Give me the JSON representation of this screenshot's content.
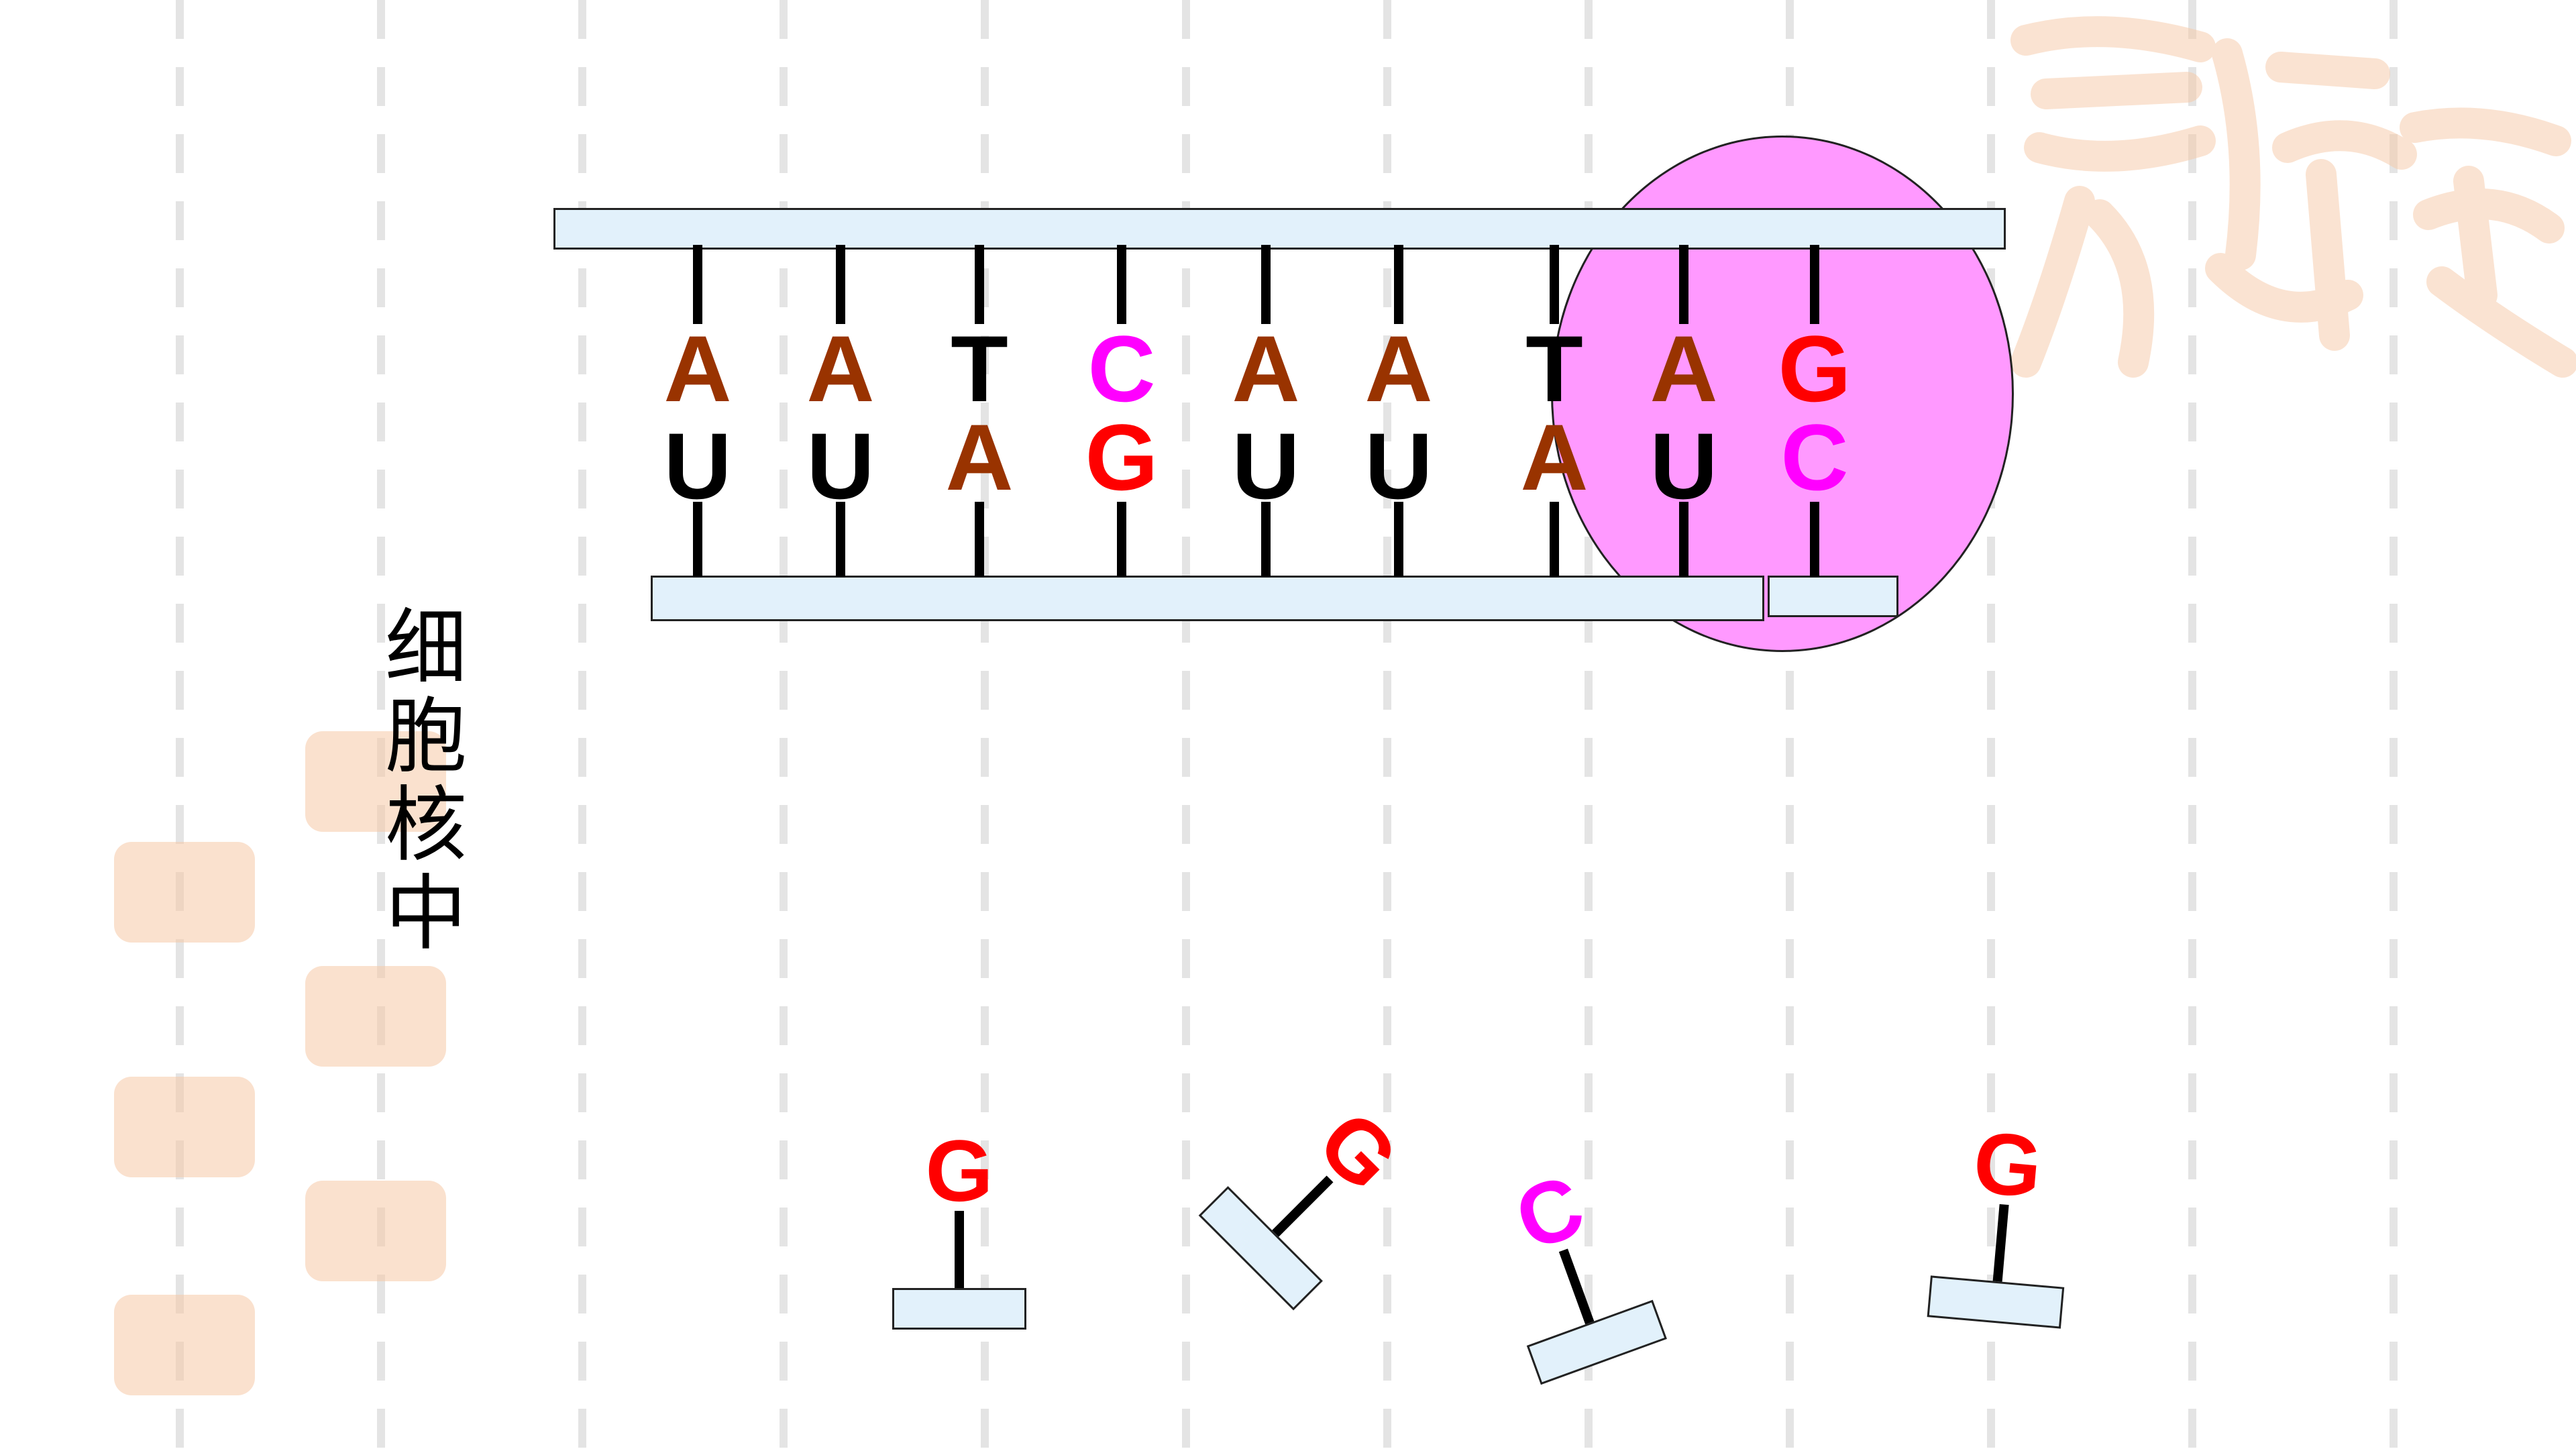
{
  "colors": {
    "background": "#ffffff",
    "strand_fill": "#e2f1fb",
    "enzyme_fill": "#ff99ff",
    "adenine": "#993300",
    "thymine": "#000000",
    "uracil": "#000000",
    "cytosine": "#ff00ff",
    "guanine": "#ff0000",
    "seal": "#f6c9a6"
  },
  "label": {
    "chars": [
      "细",
      "胞",
      "核",
      "中"
    ]
  },
  "top_strand": [
    {
      "letter": "A",
      "color": "#993300"
    },
    {
      "letter": "A",
      "color": "#993300"
    },
    {
      "letter": "T",
      "color": "#000000"
    },
    {
      "letter": "C",
      "color": "#ff00ff"
    },
    {
      "letter": "A",
      "color": "#993300"
    },
    {
      "letter": "A",
      "color": "#993300"
    },
    {
      "letter": "T",
      "color": "#000000"
    },
    {
      "letter": "A",
      "color": "#993300"
    },
    {
      "letter": "G",
      "color": "#ff0000"
    }
  ],
  "bottom_strand": [
    {
      "letter": "U",
      "color": "#000000"
    },
    {
      "letter": "U",
      "color": "#000000"
    },
    {
      "letter": "A",
      "color": "#993300"
    },
    {
      "letter": "G",
      "color": "#ff0000"
    },
    {
      "letter": "U",
      "color": "#000000"
    },
    {
      "letter": "U",
      "color": "#000000"
    },
    {
      "letter": "A",
      "color": "#993300"
    },
    {
      "letter": "U",
      "color": "#000000"
    },
    {
      "letter": "C",
      "color": "#ff00ff"
    }
  ],
  "free_nucleotides": [
    {
      "letter": "G",
      "color": "#ff0000"
    },
    {
      "letter": "G",
      "color": "#ff0000"
    },
    {
      "letter": "C",
      "color": "#ff00ff"
    },
    {
      "letter": "G",
      "color": "#ff0000"
    }
  ],
  "seal_icon": "auspicious-seal-icon"
}
